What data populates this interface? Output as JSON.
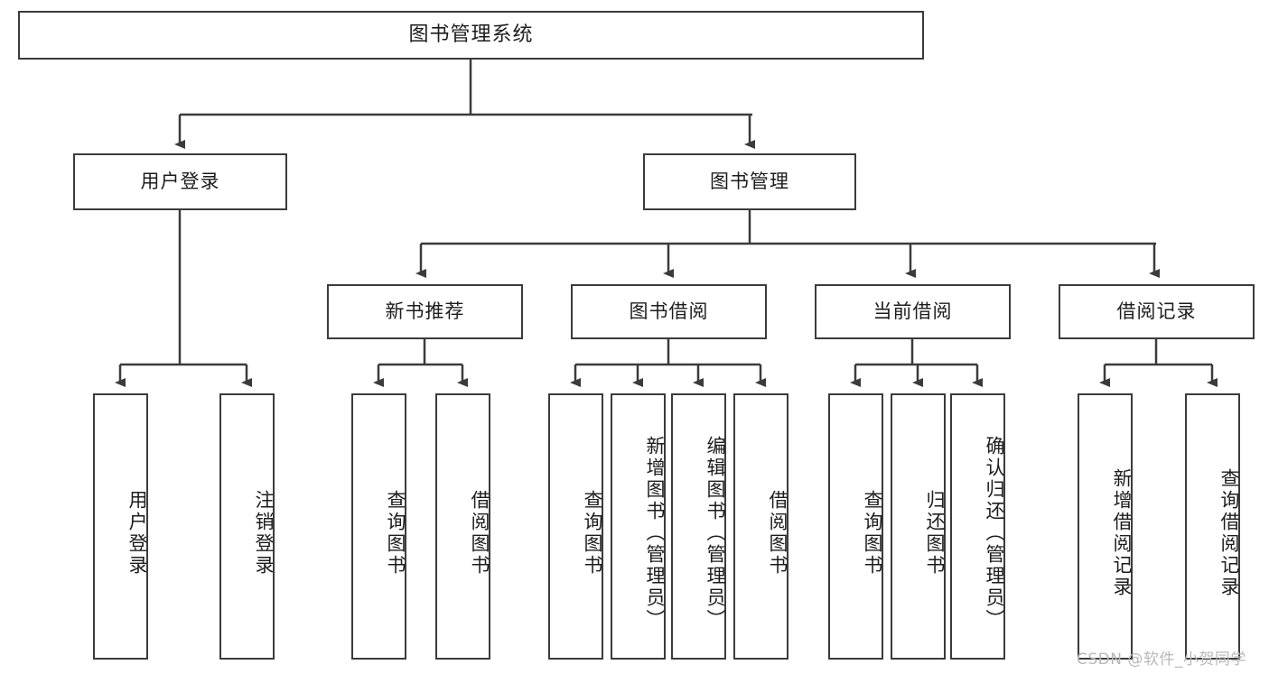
{
  "diagram": {
    "type": "tree",
    "title": "图书管理系统",
    "root": {
      "label": "图书管理系统"
    },
    "level2": [
      {
        "label": "用户登录"
      },
      {
        "label": "图书管理"
      }
    ],
    "level3": [
      {
        "label": "新书推荐"
      },
      {
        "label": "图书借阅"
      },
      {
        "label": "当前借阅"
      },
      {
        "label": "借阅记录"
      }
    ],
    "leaves": {
      "user_login": [
        {
          "label": "用户登录"
        },
        {
          "label": "注销登录"
        }
      ],
      "new_book_recommend": [
        {
          "label": "查询图书"
        },
        {
          "label": "借阅图书"
        }
      ],
      "book_borrow": [
        {
          "label": "查询图书"
        },
        {
          "label": "新增图书（管理员）"
        },
        {
          "label": "编辑图书（管理员）"
        },
        {
          "label": "借阅图书"
        }
      ],
      "current_borrow": [
        {
          "label": "查询图书"
        },
        {
          "label": "归还图书"
        },
        {
          "label": "确认归还（管理员）"
        }
      ],
      "borrow_record": [
        {
          "label": "新增借阅记录"
        },
        {
          "label": "查询借阅记录"
        }
      ]
    }
  },
  "watermark": {
    "text": "CSDN @软件_小贺同学"
  },
  "colors": {
    "box_border": "#3b3b3b",
    "box_fill": "#ffffff",
    "line": "#3b3b3b",
    "text": "#1d1d1d",
    "watermark": "#b8b8b8"
  }
}
